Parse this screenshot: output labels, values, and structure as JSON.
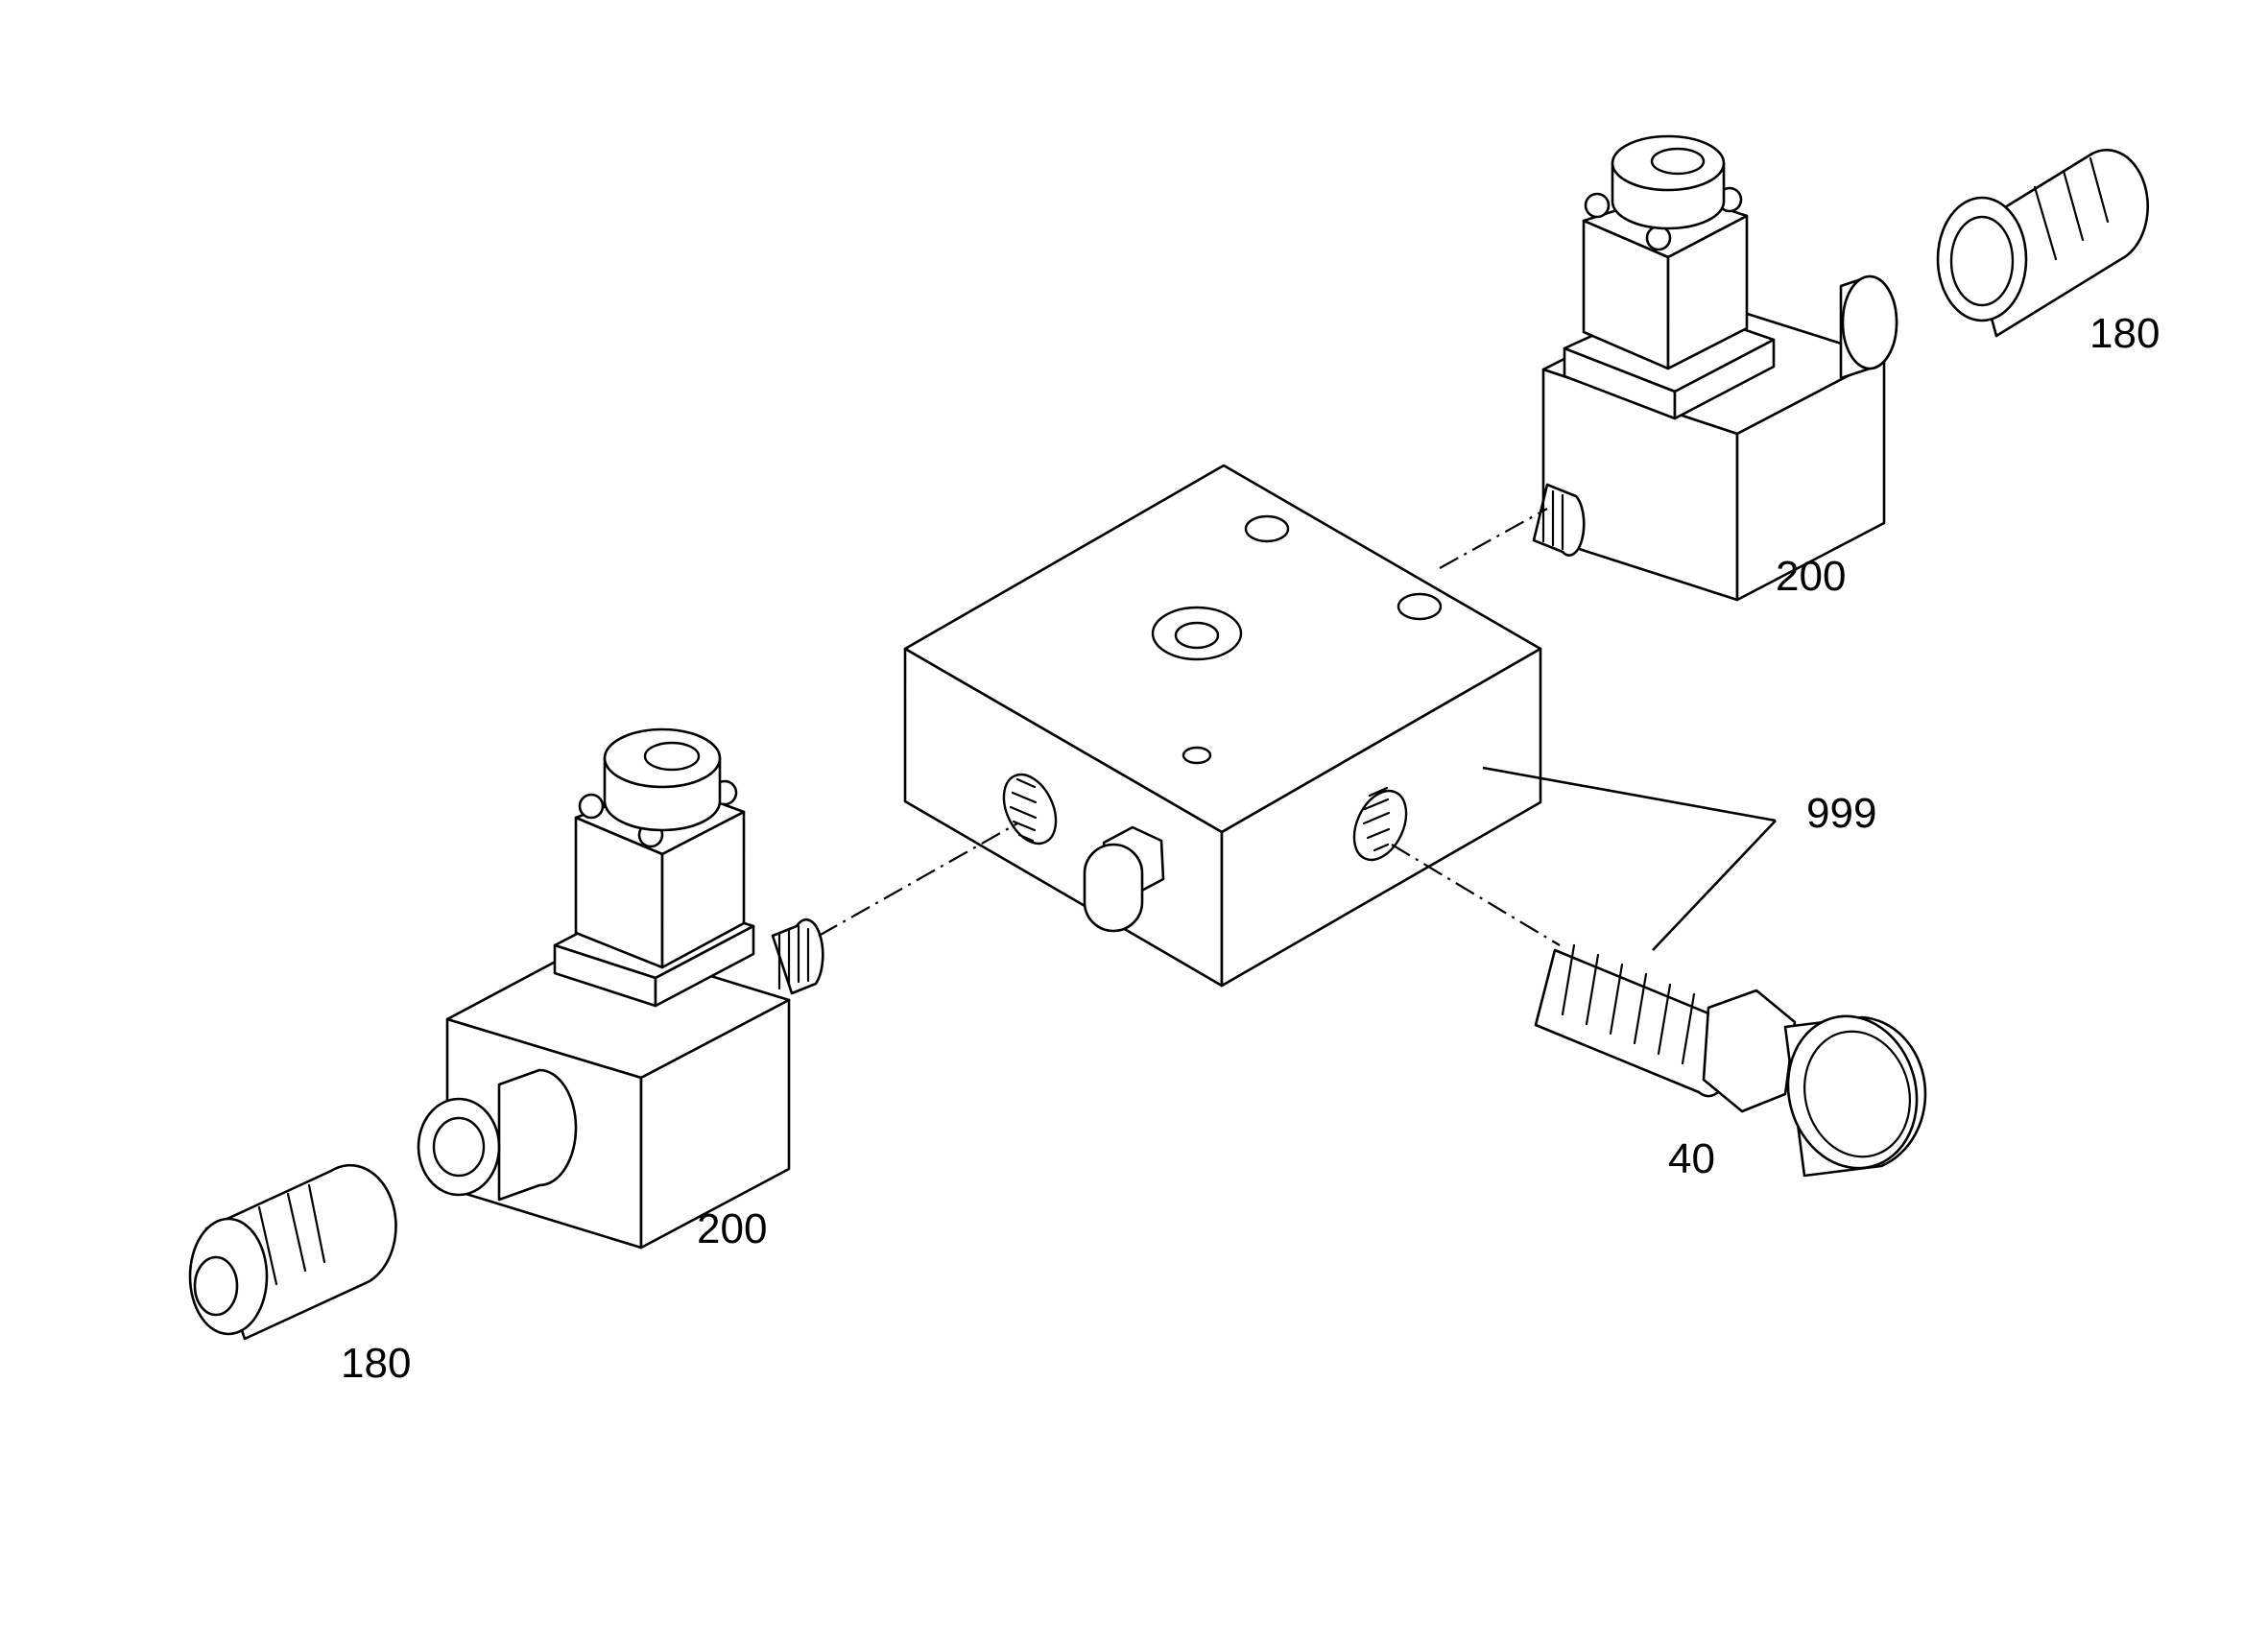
{
  "callouts": {
    "block": "999",
    "fitting": "40",
    "valve_left": "200",
    "valve_right": "200",
    "cap_left": "180",
    "cap_right": "180"
  }
}
